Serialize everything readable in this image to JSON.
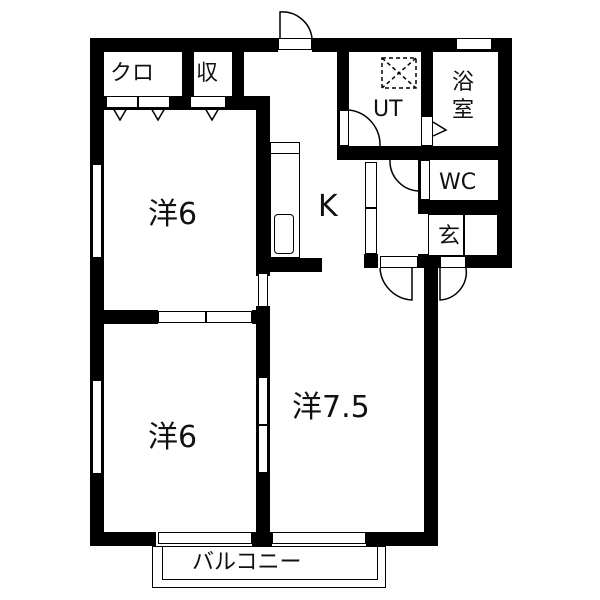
{
  "floorplan": {
    "rooms": {
      "closet": "クロ",
      "storage": "収",
      "western_room_1": "洋6",
      "western_room_2": "洋6",
      "western_room_3": "洋7.5",
      "kitchen": "K",
      "utility": "UT",
      "bathroom_line1": "浴",
      "bathroom_line2": "室",
      "toilet": "WC",
      "entrance": "玄",
      "balcony": "バルコニー"
    },
    "colors": {
      "wall": "#000000",
      "background": "#ffffff"
    }
  }
}
